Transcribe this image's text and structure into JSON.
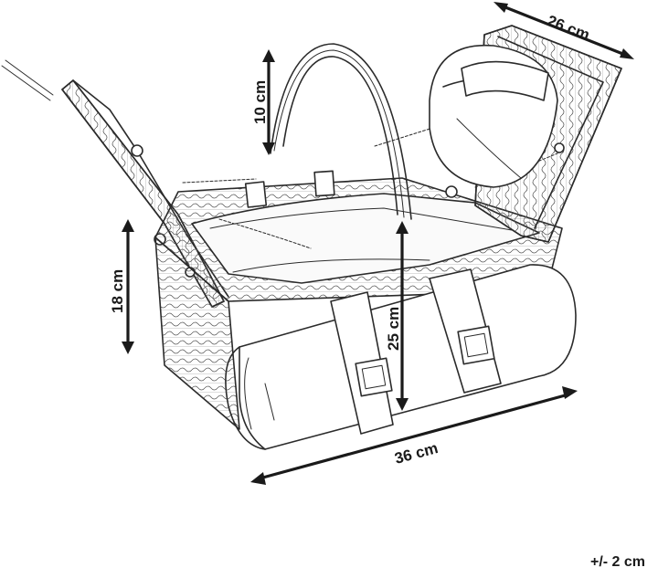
{
  "dimensions": {
    "lid_depth": "26 cm",
    "handle_height": "10 cm",
    "basket_height": "18 cm",
    "total_height": "25 cm",
    "width": "36 cm"
  },
  "tolerance": "+/- 2 cm"
}
